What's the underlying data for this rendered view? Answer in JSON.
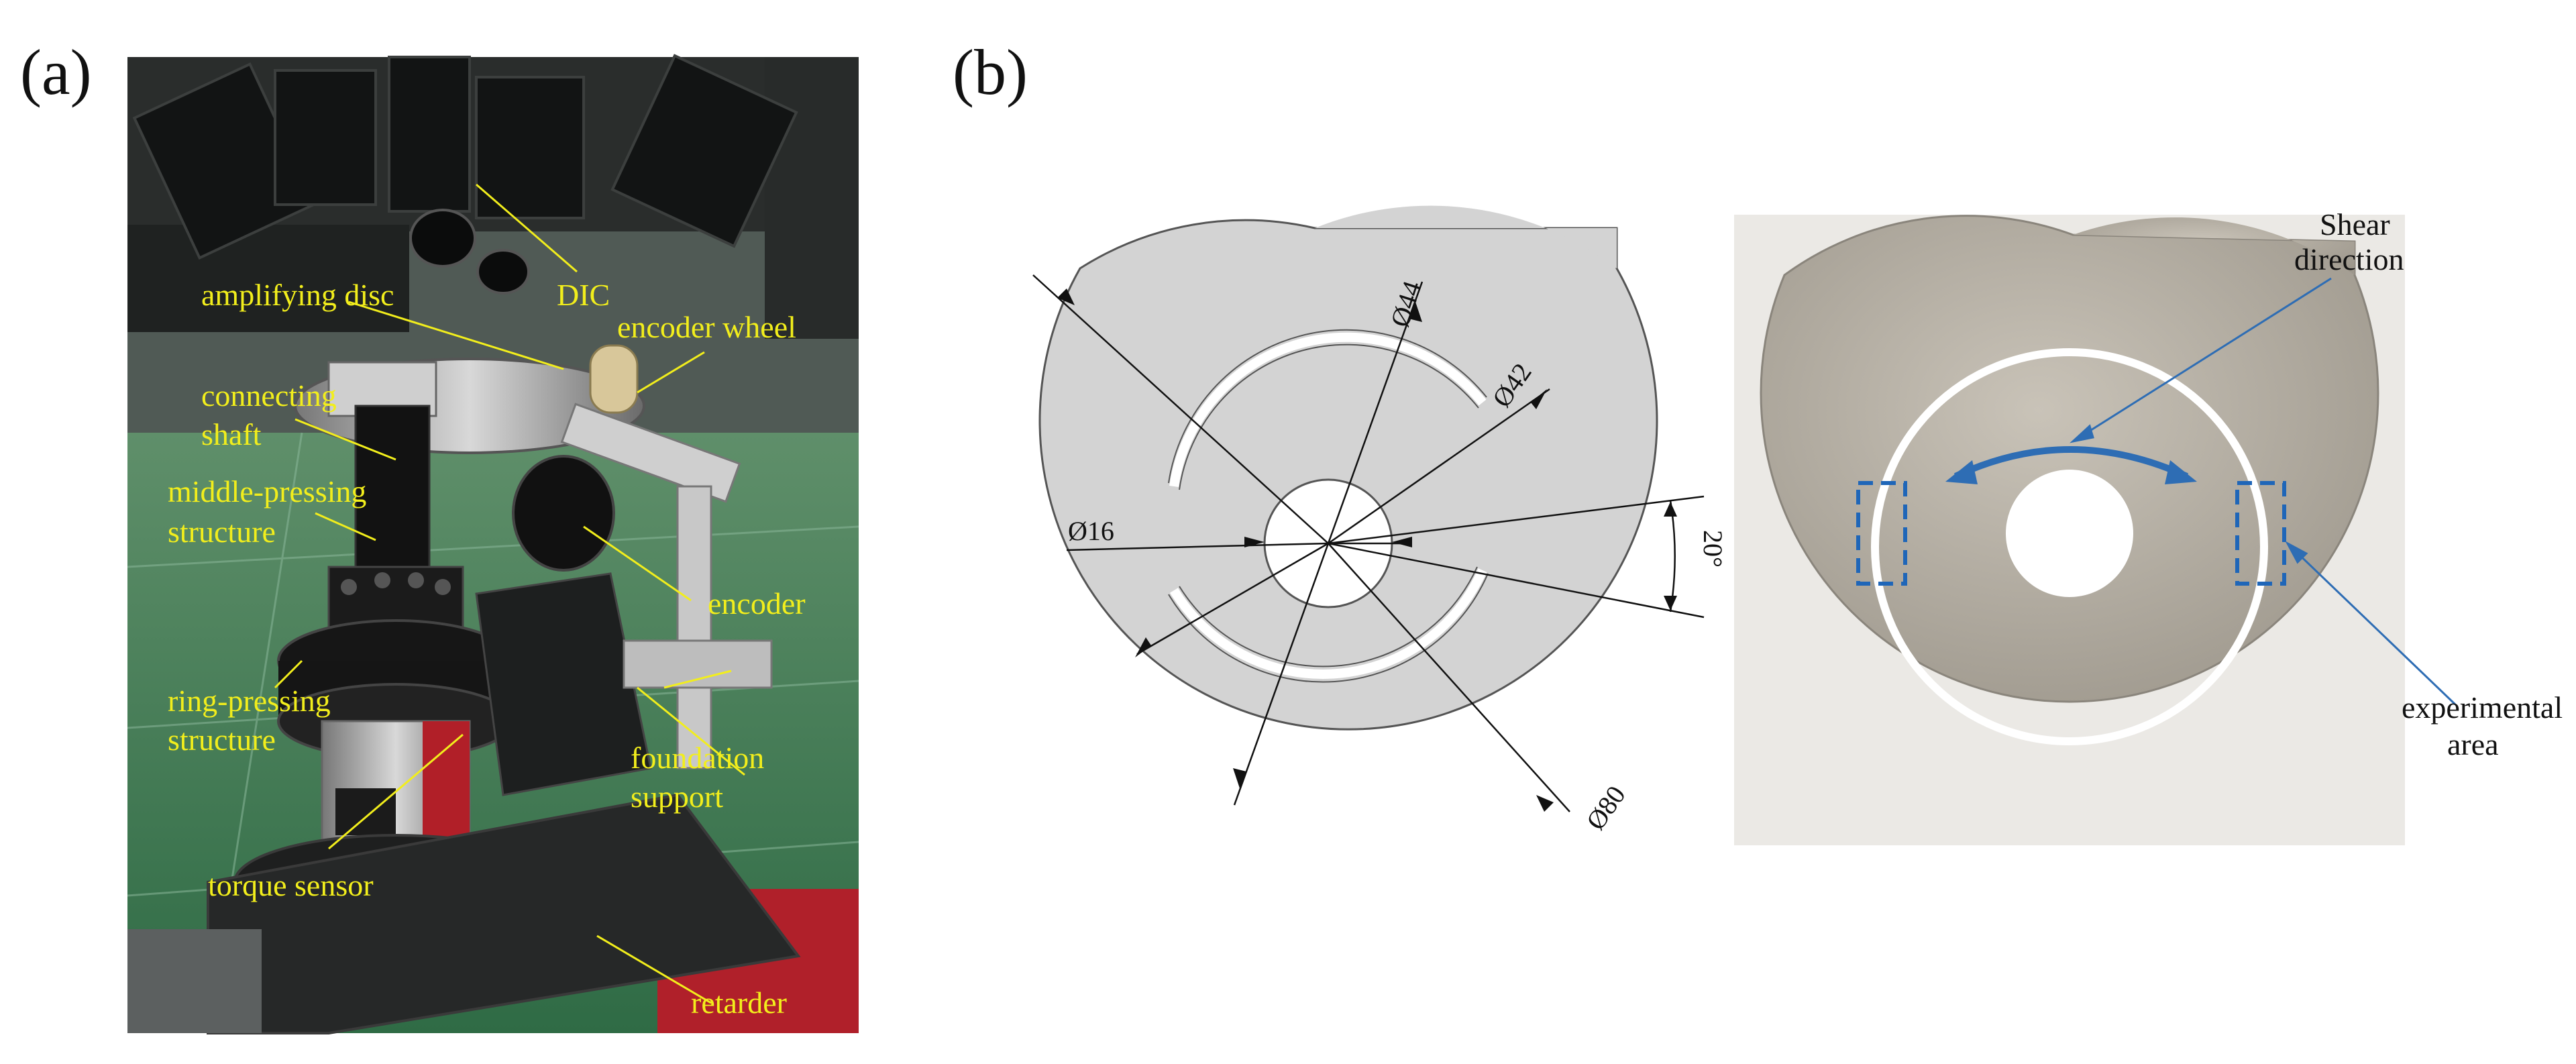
{
  "panel_a": {
    "label": "(a)",
    "callouts": {
      "dic": "DIC",
      "amplifying_disc": "amplifying disc",
      "encoder_wheel": "encoder wheel",
      "connecting_1": "connecting",
      "connecting_2": "shaft",
      "middle_1": "middle-pressing",
      "middle_2": "structure",
      "encoder": "encoder",
      "ring_1": "ring-pressing",
      "ring_2": "structure",
      "foundation_1": "foundation",
      "foundation_2": "support",
      "torque": "torque sensor",
      "retarder": "retarder"
    }
  },
  "panel_b": {
    "label": "(b)",
    "dimensions": {
      "d44": "Ø44",
      "d42": "Ø42",
      "d16": "Ø16",
      "d80": "Ø80",
      "angle": "20°"
    },
    "annotations": {
      "shear_1": "Shear",
      "shear_2": "direction",
      "exp_1": "experimental",
      "exp_2": "area"
    }
  },
  "colors": {
    "callout_text": "#f2ee1c",
    "drawing_fill": "#d3d3d3",
    "annotation_arrow": "#2e6db4",
    "marker_box": "#1f66b8"
  }
}
